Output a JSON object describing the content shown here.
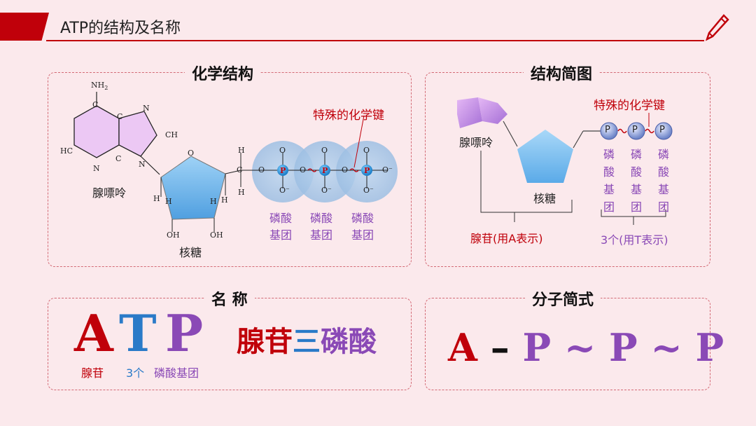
{
  "header": {
    "title": "ATP的结构及名称"
  },
  "chem_panel": {
    "title": "化学结构",
    "special_bond": "特殊的化学键",
    "adenine": "腺嘌呤",
    "ribose": "核糖",
    "phosphate_label_1": "磷酸",
    "phosphate_label_2": "基团",
    "atoms": {
      "nh2": "NH",
      "nh2_sub": "2",
      "c": "C",
      "n": "N",
      "ch": "CH",
      "hc": "HC",
      "o": "O",
      "h": "H",
      "oh": "OH",
      "p": "P",
      "o_minus": "O⁻"
    }
  },
  "simple_panel": {
    "title": "结构简图",
    "special_bond": "特殊的化学键",
    "adenine": "腺嘌呤",
    "ribose": "核糖",
    "p": "P",
    "phosphate_chars": [
      "磷",
      "酸",
      "基",
      "团"
    ],
    "adenosine_note": "腺苷(用A表示)",
    "three_note": "3个(用T表示)"
  },
  "name_panel": {
    "title": "名 称",
    "letter_a": "A",
    "letter_t": "T",
    "letter_p": "P",
    "sub_a": "腺苷",
    "sub_t": "3个",
    "sub_p": "磷酸基团",
    "full_1": "腺苷",
    "full_2": "三",
    "full_3": "磷酸"
  },
  "formula_panel": {
    "title": "分子简式",
    "formula_a": "A",
    "dash": "–",
    "p1": "P",
    "tilde1": "~",
    "p2": "P",
    "tilde2": "~",
    "p3": "P"
  },
  "colors": {
    "accent_red": "#c0000a",
    "purple": "#8a49b6",
    "blue": "#2a7ac8",
    "background": "#fbe9ec"
  }
}
